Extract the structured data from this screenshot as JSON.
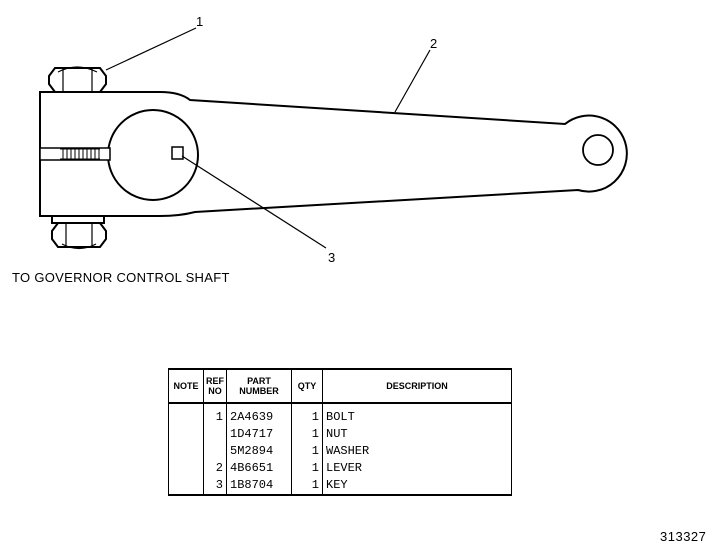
{
  "drawing": {
    "callouts": [
      "1",
      "2",
      "3"
    ],
    "caption": "TO GOVERNOR CONTROL SHAFT",
    "figure_number": "313327"
  },
  "parts_table": {
    "headers": {
      "note": "NOTE",
      "ref_no": "REF NO",
      "part_number": "PART NUMBER",
      "qty": "QTY",
      "description": "DESCRIPTION"
    },
    "rows": [
      {
        "note": "",
        "ref_no": "1",
        "part_number": "2A4639",
        "qty": "1",
        "description": "BOLT"
      },
      {
        "note": "",
        "ref_no": "",
        "part_number": "1D4717",
        "qty": "1",
        "description": "NUT"
      },
      {
        "note": "",
        "ref_no": "",
        "part_number": "5M2894",
        "qty": "1",
        "description": "WASHER"
      },
      {
        "note": "",
        "ref_no": "2",
        "part_number": "4B6651",
        "qty": "1",
        "description": "LEVER"
      },
      {
        "note": "",
        "ref_no": "3",
        "part_number": "1B8704",
        "qty": "1",
        "description": "KEY"
      }
    ]
  }
}
